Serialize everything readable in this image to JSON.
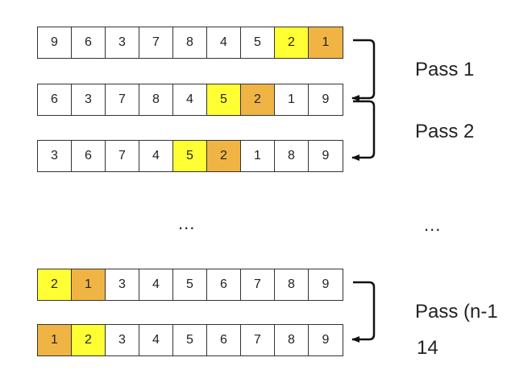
{
  "rows": [
    {
      "cells": [
        "9",
        "6",
        "3",
        "7",
        "8",
        "4",
        "5",
        "2",
        "1"
      ],
      "highlights": [
        "",
        "",
        "",
        "",
        "",
        "",
        "",
        "yellow",
        "orange"
      ]
    },
    {
      "cells": [
        "6",
        "3",
        "7",
        "8",
        "4",
        "5",
        "2",
        "1",
        "9"
      ],
      "highlights": [
        "",
        "",
        "",
        "",
        "",
        "yellow",
        "orange",
        "",
        ""
      ]
    },
    {
      "cells": [
        "3",
        "6",
        "7",
        "4",
        "5",
        "2",
        "1",
        "8",
        "9"
      ],
      "highlights": [
        "",
        "",
        "",
        "",
        "yellow",
        "orange",
        "",
        "",
        ""
      ]
    },
    {
      "cells": [
        "2",
        "1",
        "3",
        "4",
        "5",
        "6",
        "7",
        "8",
        "9"
      ],
      "highlights": [
        "yellow",
        "orange",
        "",
        "",
        "",
        "",
        "",
        "",
        ""
      ]
    },
    {
      "cells": [
        "1",
        "2",
        "3",
        "4",
        "5",
        "6",
        "7",
        "8",
        "9"
      ],
      "highlights": [
        "orange",
        "yellow",
        "",
        "",
        "",
        "",
        "",
        "",
        ""
      ]
    }
  ],
  "labels": {
    "pass1": "Pass 1",
    "pass2": "Pass 2",
    "passN": "Pass (n-1",
    "passN_line2": "14",
    "ellipsis_left": "...",
    "ellipsis_right": "..."
  },
  "colors": {
    "highlight_yellow": "#ffff33",
    "highlight_orange": "#f0b444"
  }
}
